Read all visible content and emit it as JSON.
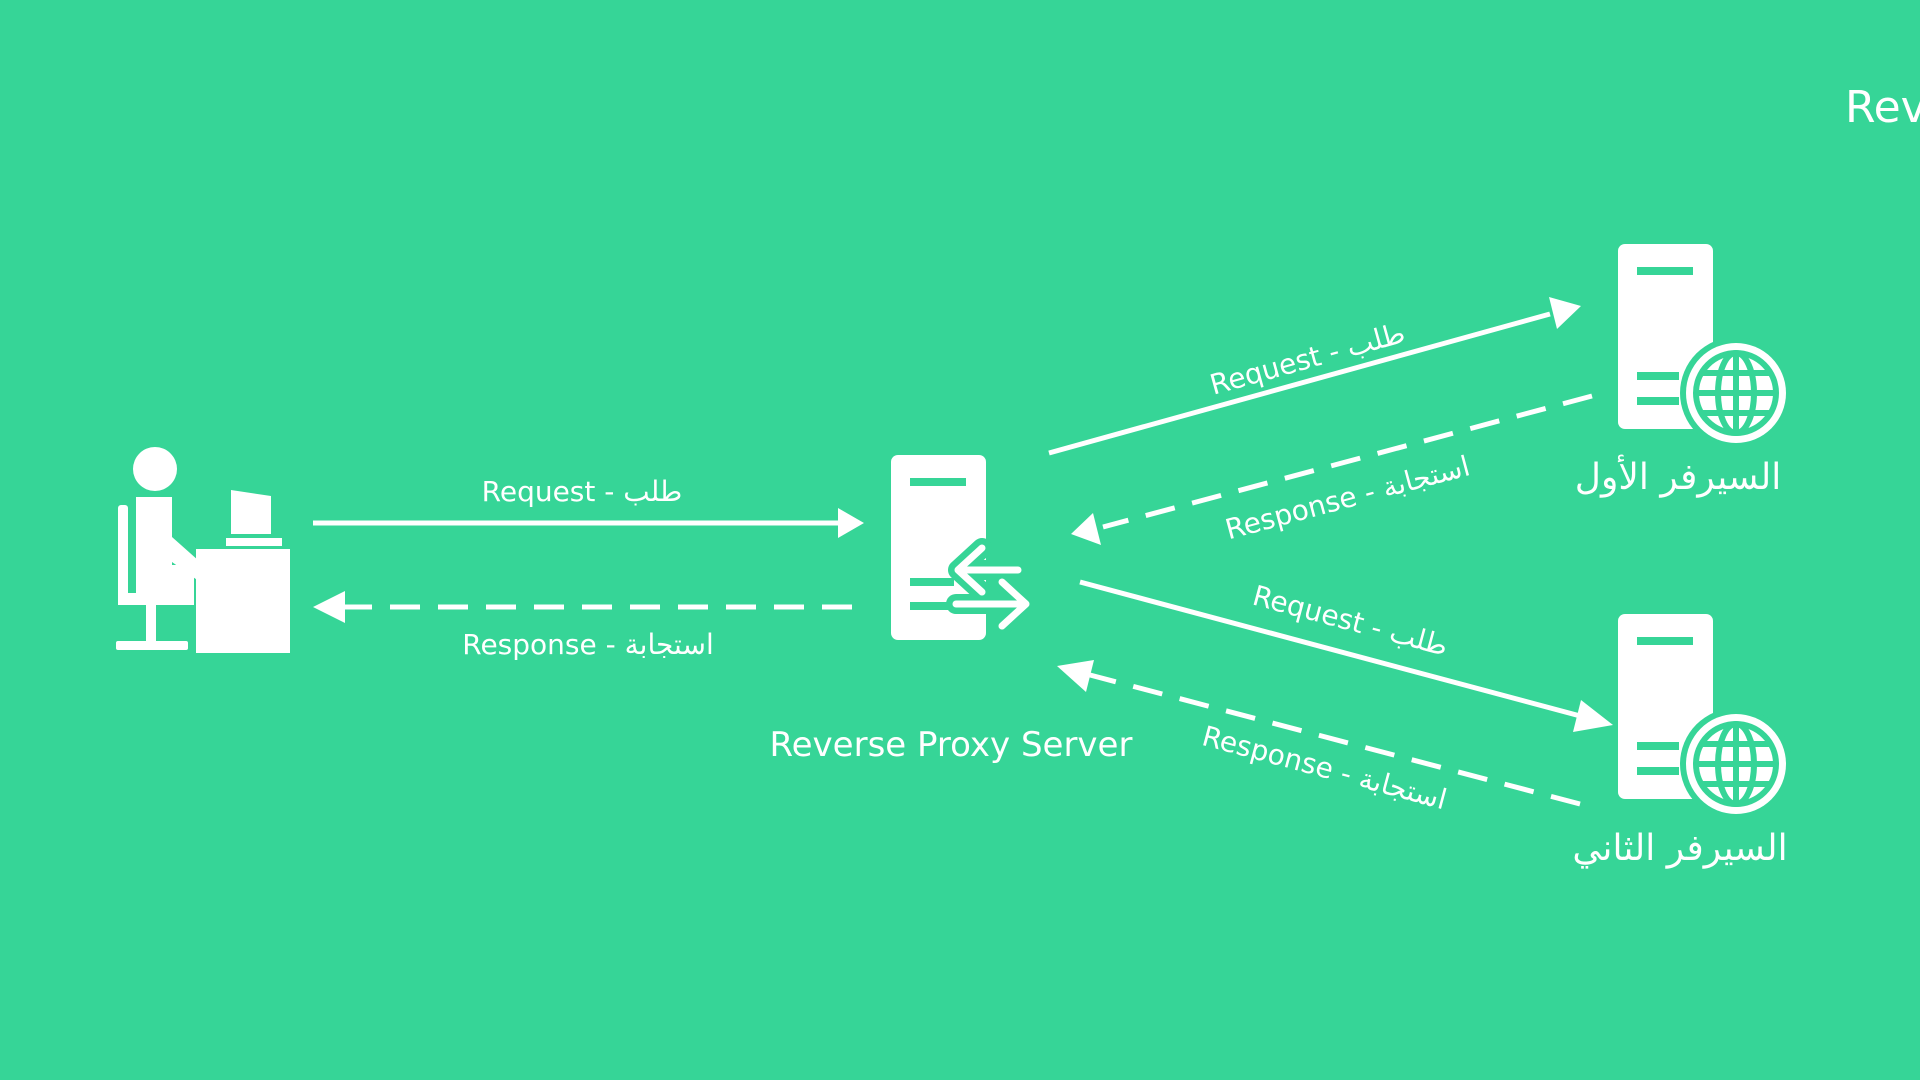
{
  "colors": {
    "background": "#36D597",
    "foreground": "#FFFFFF"
  },
  "title": "إرسال الطلب بوجود Reverse Proxy",
  "nodes": {
    "client": {
      "icon": "person-at-desk-icon"
    },
    "proxy": {
      "label": "Reverse Proxy Server",
      "icon": "proxy-server-icon"
    },
    "server1": {
      "label": "السيرفر الأول",
      "icon": "web-server-globe-icon"
    },
    "server2": {
      "label": "السيرفر الثاني",
      "icon": "web-server-globe-icon"
    }
  },
  "edges": {
    "client_to_proxy": "Request - طلب",
    "proxy_to_client": "Response - استجابة",
    "proxy_to_server1": "Request - طلب",
    "server1_to_proxy": "Response - استجابة",
    "proxy_to_server2": "Request - طلب",
    "server2_to_proxy": "Response - استجابة"
  }
}
